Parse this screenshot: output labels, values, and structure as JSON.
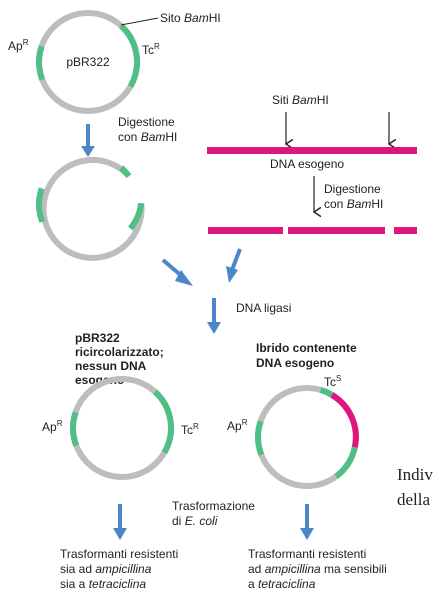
{
  "colors": {
    "plasmid": "#bdbdbd",
    "resistance_gene": "#4fbf86",
    "foreign_dna": "#e0167f",
    "arrow": "#4a86c8",
    "pointer": "#222222"
  },
  "plasmid": {
    "name": "pBR322",
    "amp_base": "Ap",
    "amp_sup": "R",
    "tet_base": "Tc",
    "tet_sup": "R",
    "site_prefix": "Sito ",
    "site_enzyme": "Bam",
    "site_suffix": "HI"
  },
  "digestion_plasmid": {
    "line1": "Digestione",
    "line2_prefix": "con ",
    "enzyme": "Bam",
    "enzyme_suffix": "HI"
  },
  "foreign": {
    "sites_prefix": "Siti ",
    "sites_enzyme": "Bam",
    "sites_suffix": "HI",
    "dna_label": "DNA esogeno",
    "digestion_line1": "Digestione",
    "digestion_line2_prefix": "con ",
    "digestion_enzyme": "Bam",
    "digestion_enzyme_suffix": "HI"
  },
  "ligase": "DNA ligasi",
  "recircularized": {
    "title_line1": "pBR322",
    "title_line2": "ricircolarizzato;",
    "title_line3": "nessun DNA",
    "title_line4": "esogeno",
    "amp_base": "Ap",
    "amp_sup": "R",
    "tet_base": "Tc",
    "tet_sup": "R"
  },
  "hybrid": {
    "title_line1": "Ibrido contenente",
    "title_line2": "DNA esogeno",
    "amp_base": "Ap",
    "amp_sup": "R",
    "tet_base": "Tc",
    "tet_sup": "S"
  },
  "transformation": {
    "line1": "Trasformazione",
    "line2_prefix": "di ",
    "organism": "E. coli"
  },
  "result_left": {
    "line1": "Trasformanti resistenti",
    "line2_prefix": "sia ad ",
    "line2_drug": "ampicillina",
    "line3_prefix": "sia a ",
    "line3_drug": "tetraciclina"
  },
  "result_right": {
    "line1": "Trasformanti resistenti",
    "line2_prefix": "ad ",
    "line2_drug": "ampicillina",
    "line2_suffix": " ma sensibili",
    "line3_prefix": "a ",
    "line3_drug": "tetraciclina"
  },
  "page_text": {
    "line1": "Indiv",
    "line2": "della"
  }
}
